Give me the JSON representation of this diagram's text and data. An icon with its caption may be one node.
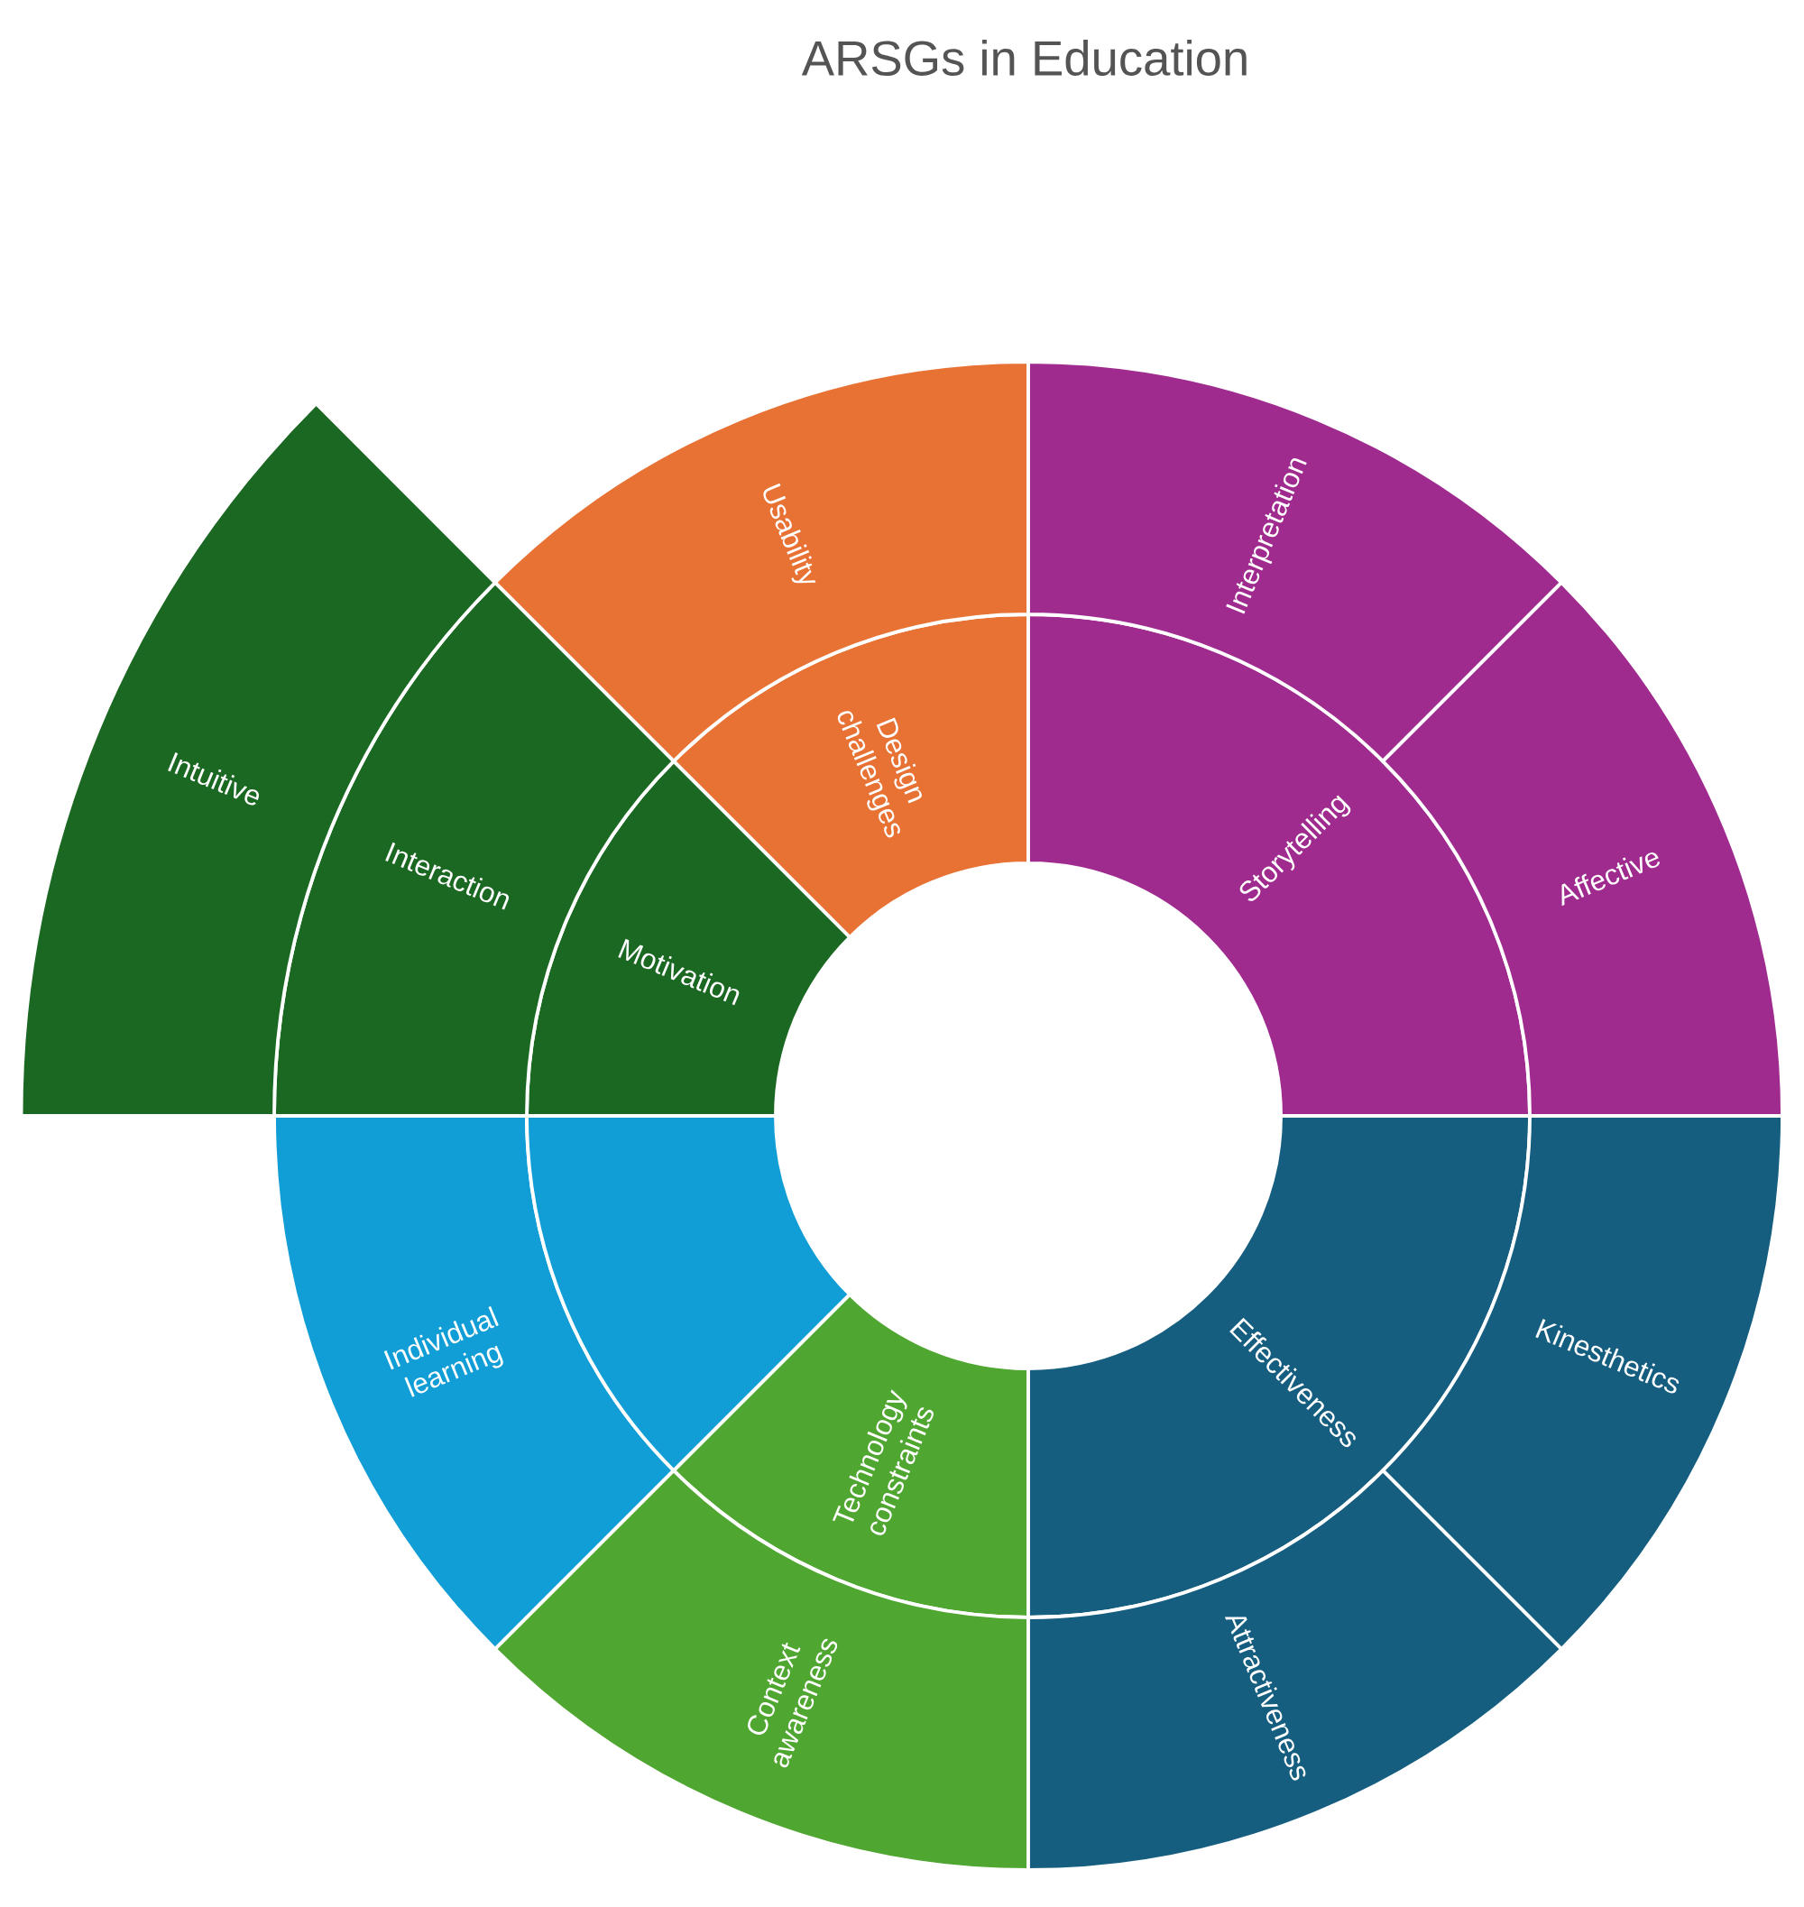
{
  "diagram": {
    "title": "ARSGs in Education",
    "nodes": [
      {
        "text": [
          "Design challenges"
        ]
      },
      {
        "text": [
          "Usability"
        ]
      },
      {
        "text": [
          "Storytelling"
        ]
      },
      {
        "text": [
          "Interpretation"
        ]
      },
      {
        "text": [
          "Affective"
        ]
      },
      {
        "text": [
          "Motivation"
        ]
      },
      {
        "text": [
          "Interaction"
        ]
      },
      {
        "text": [
          "Intuitive"
        ]
      },
      {
        "text": [],
        "shape": "arc"
      },
      {
        "text": [
          "Individual learning"
        ]
      },
      {
        "text": [
          "Technology constraints"
        ]
      },
      {
        "text": [
          "Context awareness"
        ]
      },
      {
        "text": [
          "Effectiveness"
        ]
      },
      {
        "text": [
          "Kinesthetics"
        ]
      },
      {
        "text": [
          "Attractiveness"
        ]
      }
    ]
  }
}
